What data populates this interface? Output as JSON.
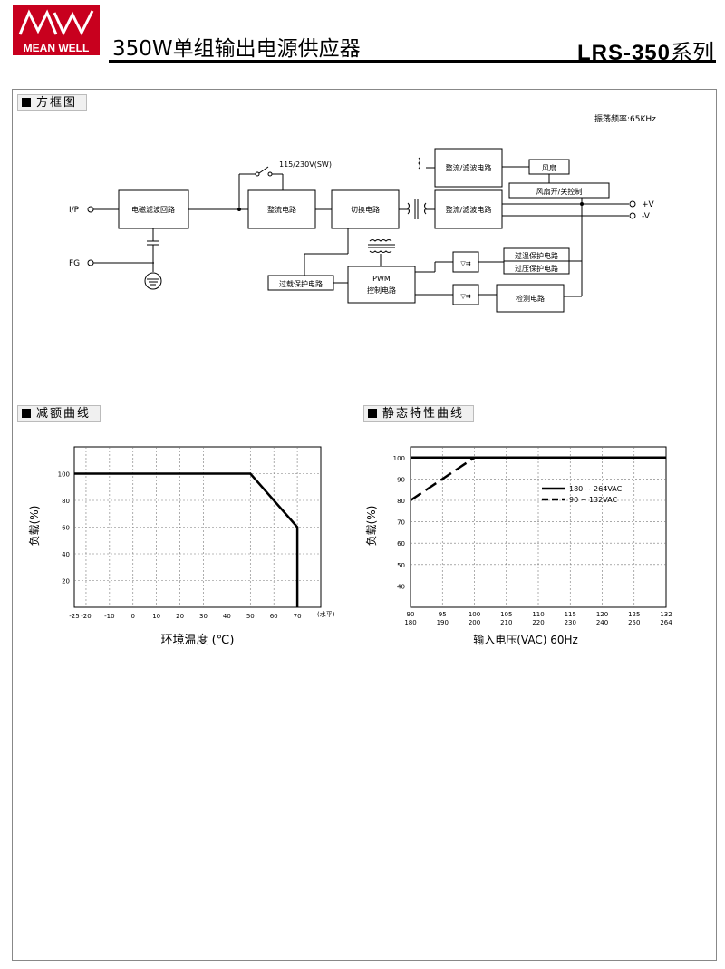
{
  "header": {
    "logo_text": "MEAN WELL",
    "title": "350W单组输出电源供应器",
    "series_model": "LRS-350",
    "series_suffix": "系列"
  },
  "block_diagram": {
    "section_label": "方框图",
    "osc_freq": "振荡频率:65KHz",
    "nodes": {
      "input": "I/P",
      "fg": "FG",
      "emi": "电磁滤波回路",
      "switch_label": "115/230V(SW)",
      "rect1": "整流电路",
      "switching": "切换电路",
      "rect_filter_fan": "整流/滤波电路",
      "rect_filter_out": "整流/滤波电路",
      "fan": "风扇",
      "fan_ctrl": "风扇开/关控制",
      "pos_v": "+V",
      "neg_v": "-V",
      "pwm_1": "PWM",
      "pwm_2": "控制电路",
      "olp": "过载保护电路",
      "otp": "过温保护电路",
      "ovp": "过压保护电路",
      "detect": "检测电路"
    }
  },
  "derating": {
    "section_label": "减额曲线",
    "chart_data": {
      "type": "line",
      "title": "",
      "xlabel": "环境温度 (℃)",
      "ylabel": "负载(%)",
      "x_unit": "(水平)",
      "x_ticks": [
        -25,
        -20,
        -10,
        0,
        10,
        20,
        30,
        40,
        50,
        60,
        70
      ],
      "y_ticks": [
        20,
        40,
        60,
        80,
        100
      ],
      "xlim": [
        -25,
        80
      ],
      "ylim": [
        0,
        120
      ],
      "series": [
        {
          "name": "",
          "x": [
            -25,
            50,
            70,
            70
          ],
          "y": [
            100,
            100,
            60,
            0
          ]
        }
      ]
    }
  },
  "static": {
    "section_label": "静态特性曲线",
    "chart_data": {
      "type": "line",
      "title": "",
      "xlabel": "输入电压(VAC) 60Hz",
      "ylabel": "负载(%)",
      "x_ticks_top": [
        "90",
        "95",
        "100",
        "105",
        "110",
        "115",
        "120",
        "125",
        "132"
      ],
      "x_ticks_bottom": [
        "180",
        "190",
        "200",
        "210",
        "220",
        "230",
        "240",
        "250",
        "264"
      ],
      "y_ticks": [
        40,
        50,
        60,
        70,
        80,
        90,
        100
      ],
      "ylim": [
        30,
        105
      ],
      "series": [
        {
          "name": "180 ~ 264VAC",
          "style": "solid",
          "x": [
            180,
            264
          ],
          "y": [
            100,
            100
          ]
        },
        {
          "name": "90 ~ 132VAC",
          "style": "dashed",
          "x": [
            90,
            100,
            132
          ],
          "y": [
            80,
            100,
            100
          ]
        }
      ]
    }
  },
  "colors": {
    "brand": "#c8001e",
    "ink": "#000000"
  }
}
